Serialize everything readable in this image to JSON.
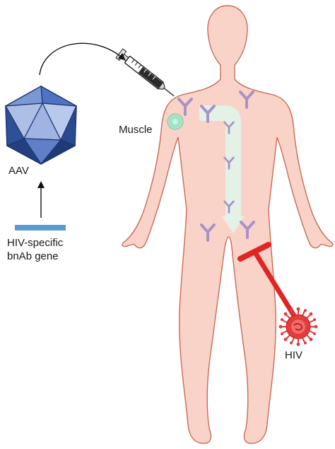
{
  "labels": {
    "aav": "AAV",
    "gene_line1": "HIV-specific",
    "gene_line2": "bnAb gene",
    "muscle": "Muscle",
    "hiv": "HIV"
  },
  "icons": [
    "aav-capsid-icon",
    "syringe-icon",
    "muscle-injection-site-icon",
    "antibody-icon",
    "hiv-virus-icon",
    "human-body-icon"
  ],
  "colors": {
    "body_fill": "#f9d3c8",
    "body_outline": "#c96a57",
    "antibody": "#a892c6",
    "capsid_dark": "#2a4a8e",
    "capsid_light": "#b9c9ec",
    "gene_bar": "#5b9bd5",
    "muscle_glow": "#8fe3c3",
    "flow_arrow": "#e0f4ea",
    "inhibition": "#e02525",
    "hiv_virus": "#e53b3b"
  }
}
